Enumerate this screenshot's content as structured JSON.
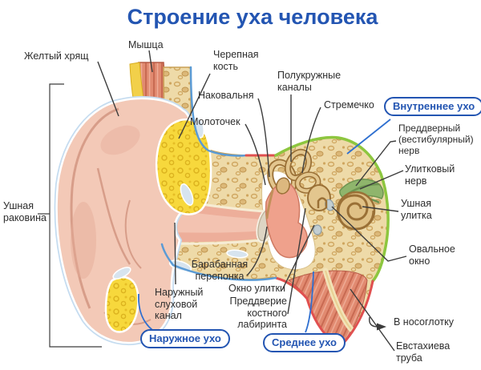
{
  "title": "Строение уха человека",
  "labels": {
    "zheltyj_hryashch": "Желтый хрящ",
    "myshtsa": "Мышца",
    "cherepnaya_kost": "Черепная\nкость",
    "nakovalnya": "Наковальня",
    "molotochek": "Молоточек",
    "polukruzhnye_kanaly": "Полукружные\nканалы",
    "stremechko": "Стремечко",
    "preddverny_nerv": "Преддверный\n(вестибулярный)\nнерв",
    "ulitkovy_nerv": "Улитковый\nнерв",
    "ushnaya_ulitka": "Ушная\nулитка",
    "ovalnoe_okno": "Овальное\nокно",
    "ushnaya_rakovina": "Ушная\nраковина",
    "barabannaya_pereponka": "Барабанная\nперепонка",
    "okno_ulitki": "Окно улитки",
    "naruzhny_sluhovoy_kanal": "Наружный\nслуховой\nканал",
    "preddverie_labirinta": "Преддверие\nкостного\nлабиринта",
    "v_nosoglotku": "В носоглотку",
    "evstakhieva_truba": "Евстахиева\nтруба"
  },
  "badges": {
    "vnutrennee_uho": "Внутреннее ухо",
    "naruzhnoe_uho": "Наружное ухо",
    "srednee_uho": "Среднее ухо"
  },
  "colors": {
    "accent_blue": "#2355b2",
    "outline_blue": "#5b9bd5",
    "outline_green": "#8dc63f",
    "outline_red": "#e05050",
    "bone_beige": "#eedaa8",
    "cartilage_yellow": "#f7d83c",
    "skin_pink": "#f3c9b7",
    "muscle_red": "#e18a70",
    "inner_ear_tan": "#e0c186",
    "nerve_green": "#8fb56c",
    "label_text": "#2d2d2d"
  }
}
